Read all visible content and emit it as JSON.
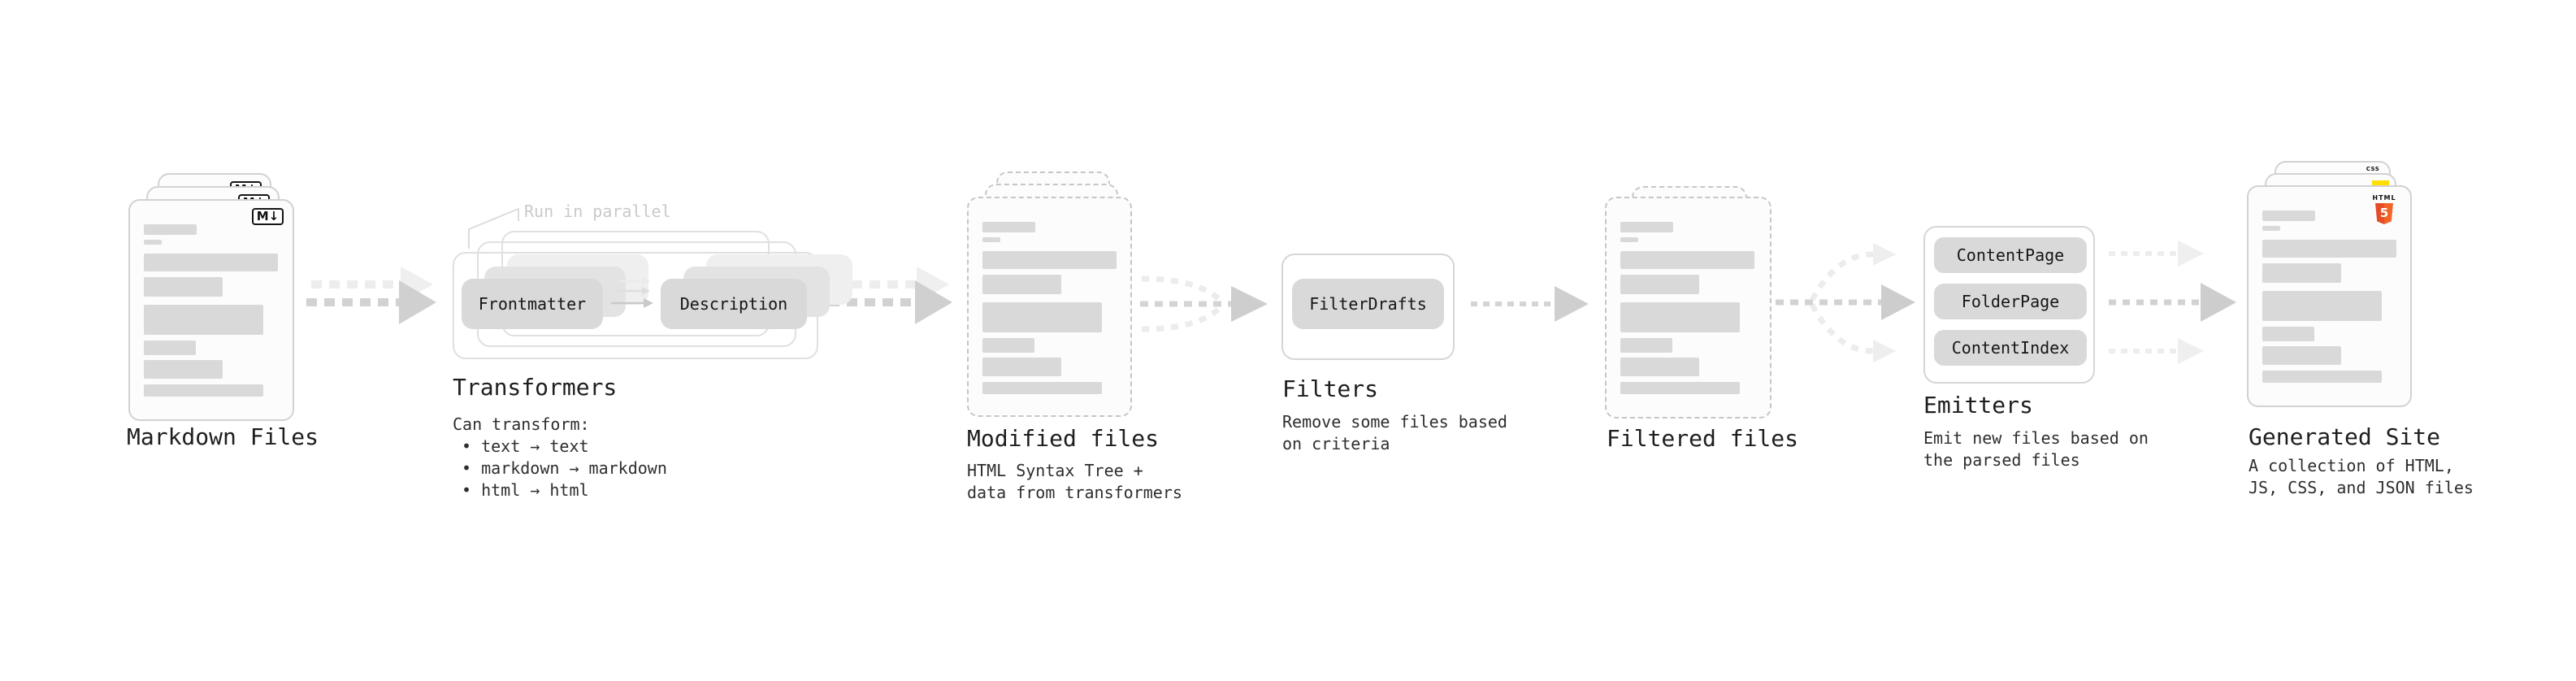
{
  "colors": {
    "bar_gray": "#d9d9d9",
    "node_gray": "#d9d9d9",
    "html5_orange": "#e44d26",
    "js_yellow": "#ffdf00",
    "css_blue": "#2968f6"
  },
  "stages": {
    "markdown": {
      "title": "Markdown Files",
      "badge": "M↓"
    },
    "transformers": {
      "note": "Run in parallel",
      "button_frontmatter": "Frontmatter",
      "button_description": "Description",
      "title": "Transformers",
      "desc_heading": "Can transform:",
      "bullet_1": "• text → text",
      "bullet_2": "• markdown → markdown",
      "bullet_3": "• html → html"
    },
    "modified": {
      "title": "Modified files",
      "subtitle_1": "HTML Syntax Tree +",
      "subtitle_2": "data from transformers"
    },
    "filters": {
      "title": "Filters",
      "button": "FilterDrafts",
      "subtitle_1": "Remove some files based",
      "subtitle_2": "on criteria"
    },
    "filtered": {
      "title": "Filtered files"
    },
    "emitters": {
      "title": "Emitters",
      "button_1": "ContentPage",
      "button_2": "FolderPage",
      "button_3": "ContentIndex",
      "subtitle_1": "Emit new files based on",
      "subtitle_2": "the parsed files"
    },
    "generated": {
      "title": "Generated Site",
      "badge_html_label": "HTML",
      "badge_html_number": "5",
      "badge_css": "CSS",
      "subtitle_1": "A collection of HTML,",
      "subtitle_2": "JS, CSS, and JSON files"
    }
  }
}
